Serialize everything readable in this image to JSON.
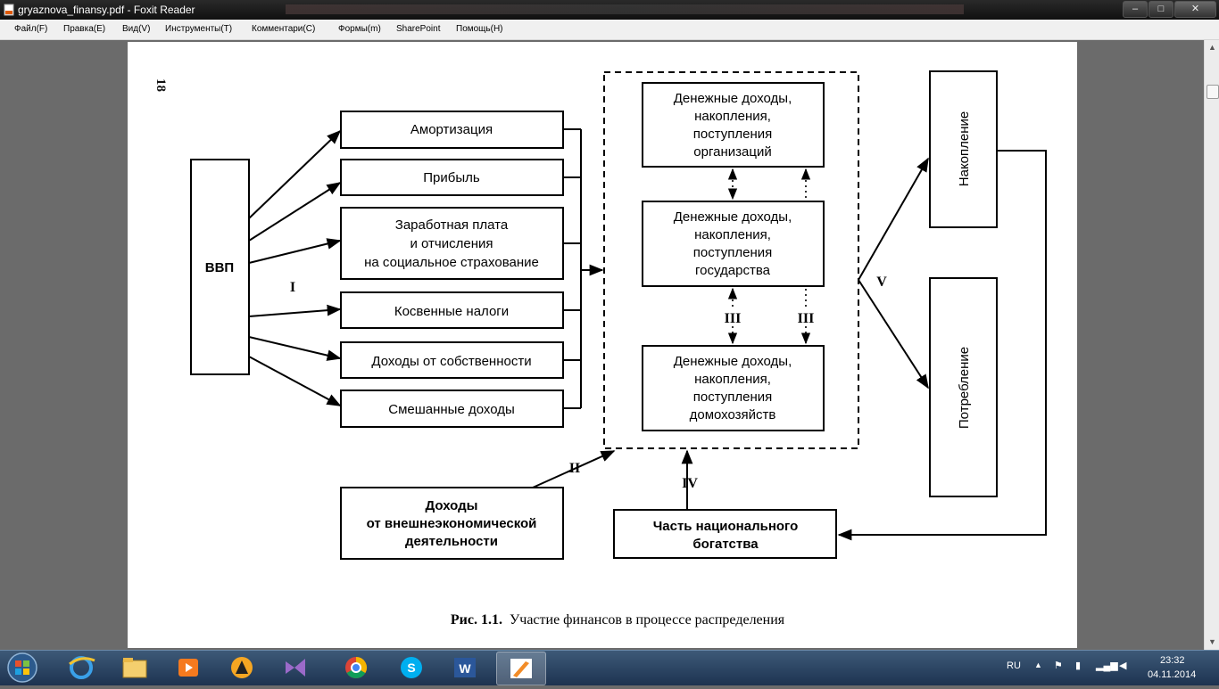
{
  "window": {
    "title": "gryaznova_finansy.pdf - Foxit Reader",
    "min_label": "–",
    "max_label": "□",
    "close_label": "✕"
  },
  "menu": {
    "items": [
      "Файл(F)",
      "Правка(E)",
      "Вид(V)",
      "Инструменты(T)",
      "Комментари(C)",
      "Формы(m)",
      "SharePoint",
      "Помощь(H)"
    ]
  },
  "document": {
    "page_number": "18",
    "caption_bold": "Рис. 1.1.",
    "caption_text": "Участие финансов в процессе распределения",
    "diagram": {
      "vvp": "ВВП",
      "income_boxes": [
        "Амортизация",
        "Прибыль",
        "Заработная плата",
        "и отчисления",
        "на социальное страхование",
        "Косвенные налоги",
        "Доходы от собственности",
        "Смешанные доходы"
      ],
      "org_box": [
        "Денежные доходы,",
        "накопления,",
        "поступления",
        "организаций"
      ],
      "gov_box": [
        "Денежные доходы,",
        "накопления,",
        "поступления",
        "государства"
      ],
      "house_box": [
        "Денежные доходы,",
        "накопления,",
        "поступления",
        "домохозяйств"
      ],
      "accumulation": "Накопление",
      "consumption": "Потребление",
      "foreign_box": [
        "Доходы",
        "от внешнеэкономической",
        "деятельности"
      ],
      "wealth_box": [
        "Часть национального",
        "богатства"
      ],
      "roman": {
        "i": "I",
        "ii": "II",
        "iii_left": "III",
        "iii_right": "III",
        "iv": "IV",
        "v": "V"
      }
    }
  },
  "taskbar": {
    "apps": [
      "start-orb",
      "internet-explorer-icon",
      "file-explorer-icon",
      "media-player-icon",
      "aimp-icon",
      "visual-studio-icon",
      "chrome-icon",
      "skype-icon",
      "word-icon",
      "foxit-reader-icon"
    ],
    "active_app": "foxit-reader-icon",
    "language": "RU",
    "time": "23:32",
    "date": "04.11.2014"
  }
}
